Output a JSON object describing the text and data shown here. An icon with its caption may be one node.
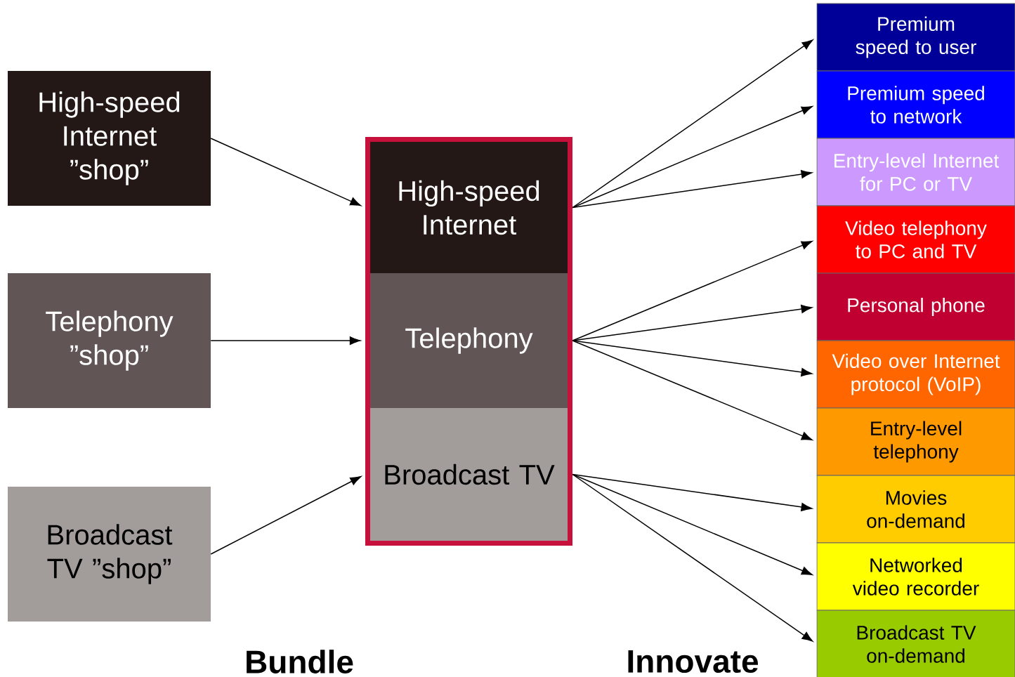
{
  "diagram": {
    "nodes": [
      {
        "text": [
          "High-speed Internet ”shop”"
        ]
      },
      {
        "text": [
          "Telephony ”shop”"
        ]
      },
      {
        "text": [
          "Broadcast TV ”shop”"
        ]
      },
      {
        "text": [],
        "shape": "box"
      },
      {
        "text": [
          "High-speed Internet"
        ],
        "in": 3
      },
      {
        "text": [
          "Telephony"
        ],
        "in": 3
      },
      {
        "text": [
          "Broadcast TV"
        ],
        "in": 3
      },
      {
        "text": [
          "Premium speed to user"
        ]
      },
      {
        "text": [
          "Premium speed to network"
        ]
      },
      {
        "text": [
          "Entry-level Internet for PC or TV"
        ]
      },
      {
        "text": [
          "Video telephony to PC and TV"
        ]
      },
      {
        "text": [
          "Personal phone"
        ]
      },
      {
        "text": [
          "Video over Internet protocol (VoIP)"
        ]
      },
      {
        "text": [
          "Entry-level telephony"
        ]
      },
      {
        "text": [
          "Movies on-demand"
        ]
      },
      {
        "text": [
          "Networked video recorder"
        ]
      },
      {
        "text": [
          "Broadcast TV on-demand"
        ]
      }
    ],
    "edges": [
      {
        "from": 0,
        "to": 4,
        "arrow": "to"
      },
      {
        "from": 1,
        "to": 5,
        "arrow": "to"
      },
      {
        "from": 2,
        "to": 6,
        "arrow": "to"
      },
      {
        "from": 4,
        "to": 7,
        "arrow": "to"
      },
      {
        "from": 4,
        "to": 8,
        "arrow": "to"
      },
      {
        "from": 4,
        "to": 9,
        "arrow": "to"
      },
      {
        "from": 5,
        "to": 10,
        "arrow": "to"
      },
      {
        "from": 5,
        "to": 11,
        "arrow": "to"
      },
      {
        "from": 5,
        "to": 12,
        "arrow": "to"
      },
      {
        "from": 5,
        "to": 13,
        "arrow": "to"
      },
      {
        "from": 6,
        "to": 14,
        "arrow": "to"
      },
      {
        "from": 6,
        "to": 15,
        "arrow": "to"
      },
      {
        "from": 6,
        "to": 16,
        "arrow": "to"
      }
    ],
    "labels": [
      "Bundle",
      "Innovate"
    ]
  }
}
